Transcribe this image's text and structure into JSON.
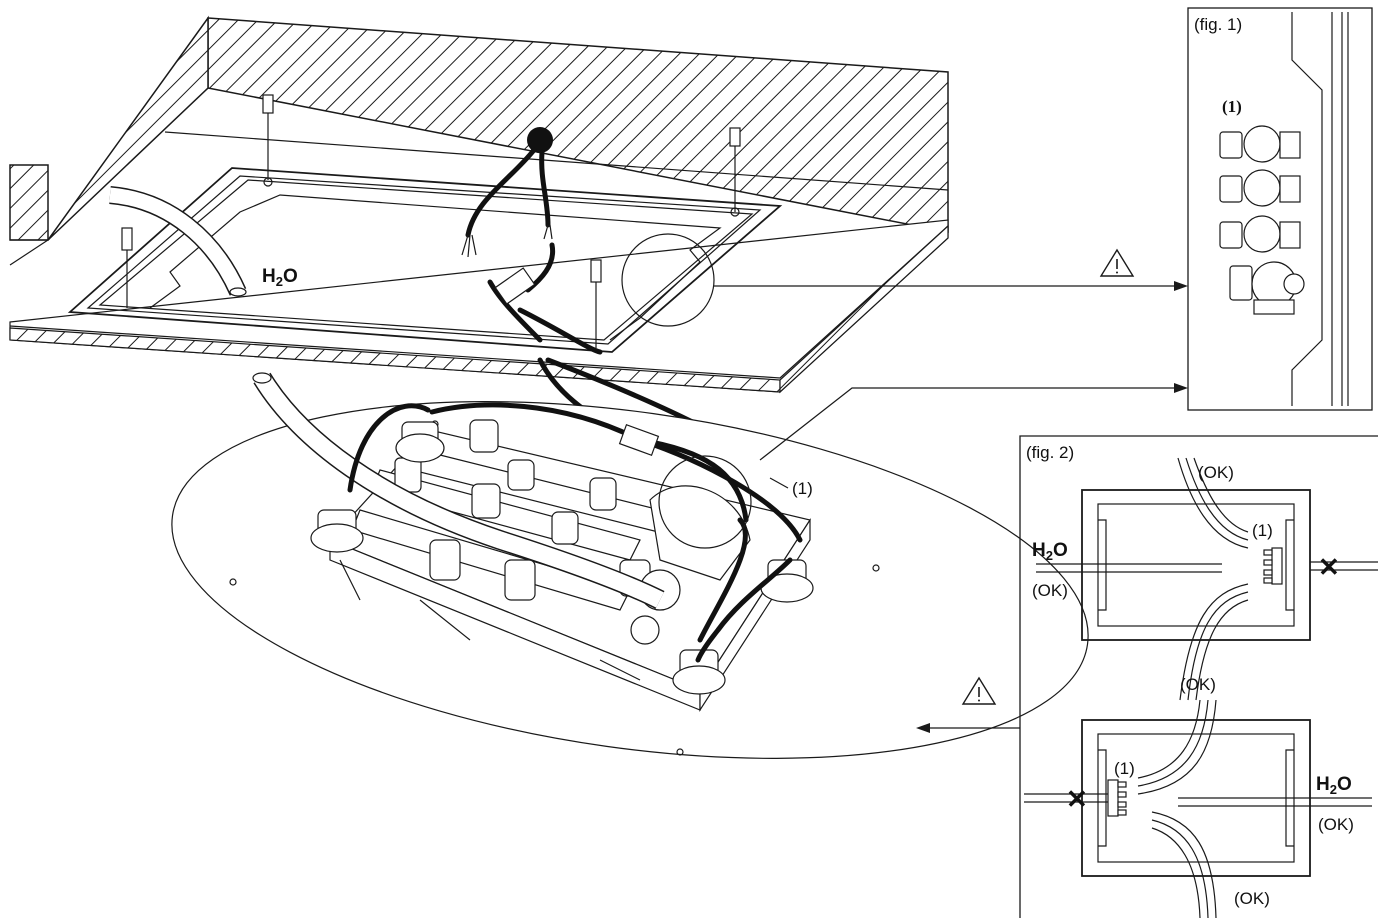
{
  "main_illustration": {
    "water_label": "H2O",
    "callout_number": "(1)",
    "warning_symbol": "⚠"
  },
  "fig1": {
    "caption": "(fig. 1)",
    "callout_number": "(1)"
  },
  "fig2": {
    "caption": "(fig. 2)",
    "ok_label": "(OK)",
    "water_label": "H2O",
    "callout_number": "(1)",
    "forbidden_symbol": "✕"
  },
  "colors": {
    "line": "#1a1a1a",
    "background": "#ffffff"
  }
}
